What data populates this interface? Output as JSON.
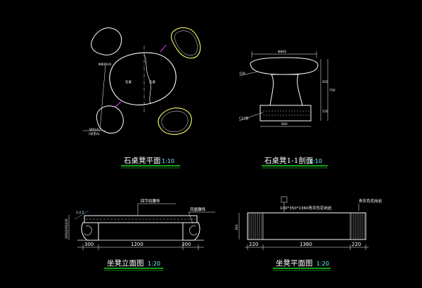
{
  "colors": {
    "background": "#000000",
    "outline": "#ffffff",
    "stone": "#ffff66",
    "leader": "#ff44ff",
    "scale_text": "#7df0ff",
    "title_line": "#22ff22",
    "dimension": "#66ccff"
  },
  "plan_view": {
    "title": "石桌凳平面",
    "scale": "1:10",
    "labels": {
      "diameter": "Φ800(d)",
      "left_note": "石桌",
      "right_note": "石桌",
      "stool_note": "380(d)",
      "stool_sub": "(详见A)"
    }
  },
  "section_view": {
    "title": "石桌凳1-1剖面",
    "scale": "1:10",
    "labels": {
      "top_width": "Φ800",
      "thick": "120",
      "base": "C15垫",
      "base_width": "600",
      "h_total": "750",
      "h_a": "450",
      "h_b": "150"
    }
  },
  "bench_elevation": {
    "title": "坐凳立面图",
    "scale": "1:20",
    "labels": {
      "top_note": "回字纹雕饰",
      "right_note": "凤凰雕饰",
      "left_note": "1:2.5"
    },
    "dims": {
      "left": "300",
      "middle": "1200",
      "right": "300",
      "height": "200|100|100"
    }
  },
  "bench_plan": {
    "title": "坐凳平面图",
    "scale": "1:20",
    "labels": {
      "note_a": "100*350*1360青灰色花岗岩",
      "note_b": "青灰色花岗岩"
    },
    "dims": {
      "left": "220",
      "middle": "1360",
      "right": "220",
      "height": "350"
    }
  }
}
